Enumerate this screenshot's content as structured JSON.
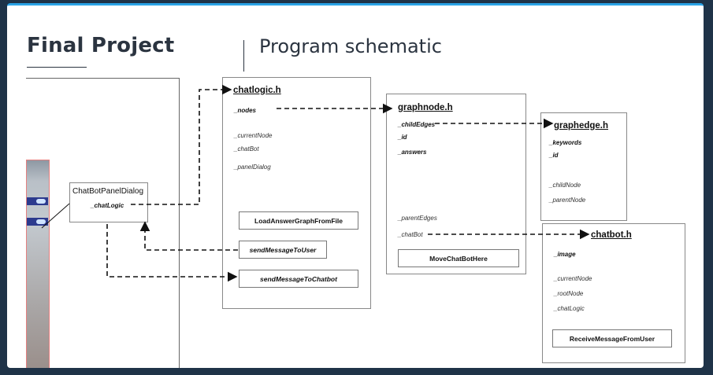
{
  "slide": {
    "title": "Final Project",
    "subtitle": "Program schematic",
    "accent_color": "#2aa3e6"
  },
  "panel_dialog": {
    "title": "ChatBotPanelDialog",
    "member": "_chatLogic"
  },
  "chatlogic": {
    "title": "chatlogic.h",
    "fields": [
      "_nodes",
      "_currentNode",
      "_chatBot",
      "_panelDialog"
    ],
    "functions": [
      "LoadAnswerGraphFromFile",
      "sendMessageToUser",
      "sendMessageToChatbot"
    ]
  },
  "graphnode": {
    "title": "graphnode.h",
    "fields": [
      "_childEdges",
      "_id",
      "_answers",
      "_parentEdges",
      "_chatBot"
    ],
    "functions": [
      "MoveChatBotHere"
    ]
  },
  "graphedge": {
    "title": "graphedge.h",
    "fields": [
      "_keywords",
      "_id",
      "_childNode",
      "_parentNode"
    ]
  },
  "chatbot": {
    "title": "chatbot.h",
    "fields": [
      "_image",
      "_currentNode",
      "_rootNode",
      "_chatLogic"
    ],
    "functions": [
      "ReceiveMessageFromUser"
    ]
  }
}
